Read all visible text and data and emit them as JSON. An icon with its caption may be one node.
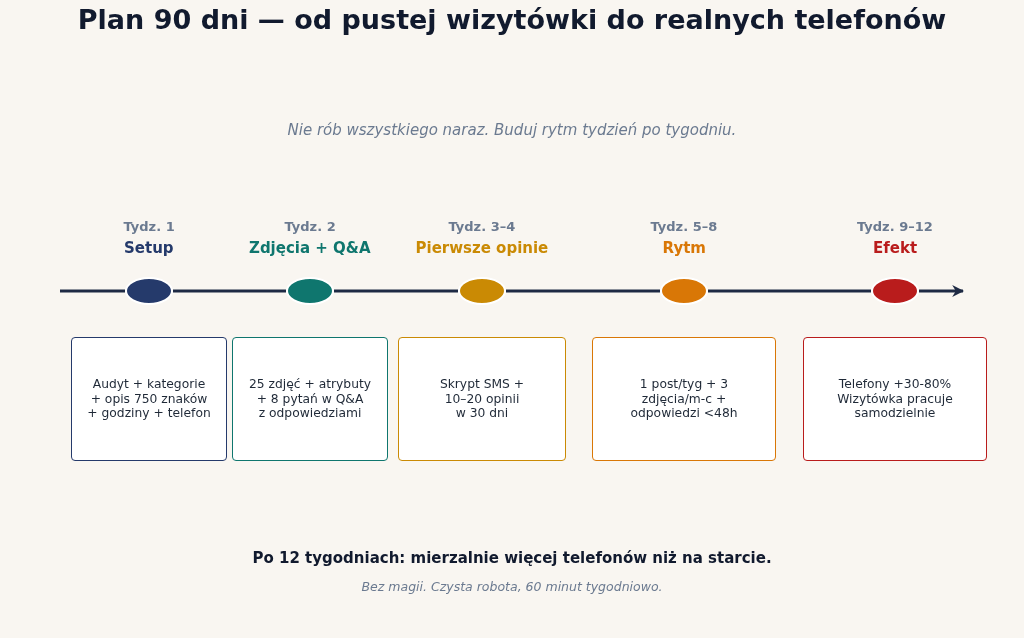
{
  "diagram": {
    "title": "Plan 90 dni — od pustej wizytówki do realnych telefonów",
    "nodes": [
      {
        "text": [],
        "shape": "circle",
        "beside": [
          "Tydz. 1",
          "Setup"
        ]
      },
      {
        "text": [],
        "shape": "circle",
        "beside": [
          "Tydz. 2",
          "Zdjęcia + Q&A"
        ]
      },
      {
        "text": [],
        "shape": "circle",
        "beside": [
          "Tydz. 3–4",
          "Pierwsze opinie"
        ]
      },
      {
        "text": [],
        "shape": "circle",
        "beside": [
          "Tydz. 5–8",
          "Rytm"
        ]
      },
      {
        "text": [],
        "shape": "circle",
        "beside": [
          "Tydz. 9–12",
          "Efekt"
        ]
      },
      {
        "text": [
          "Audyt + kategorie + opis 750 znaków + godziny + telefon"
        ]
      },
      {
        "text": [
          "25 zdjęć + atrybuty + 8 pytań w Q&A z odpowiedziami"
        ]
      },
      {
        "text": [
          "Skrypt SMS + 10–20 opinii w 30 dni"
        ]
      },
      {
        "text": [
          "1 post/tyg + 3 zdjęcia/m-c + odpowiedzi <48h"
        ]
      },
      {
        "text": [
          "Telefony +30-80% Wizytówka pracuje samodzielnie"
        ]
      }
    ],
    "edges": [
      {
        "from": null,
        "to": 0,
        "arrow": "none"
      },
      {
        "from": 0,
        "to": 1,
        "arrow": "none"
      },
      {
        "from": 1,
        "to": 2,
        "arrow": "none"
      },
      {
        "from": 2,
        "to": 3,
        "arrow": "none"
      },
      {
        "from": 3,
        "to": 4,
        "arrow": "none"
      },
      {
        "from": 4,
        "to": null,
        "arrow": "to"
      }
    ],
    "labels": [
      "Nie rób wszystkiego naraz. Buduj rytm tydzień po tygodniu.",
      "Po 12 tygodniach: mierzalnie więcej telefonów niż na starcie.",
      "Bez magii. Czysta robota, 60 minut tygodniowo."
    ]
  }
}
